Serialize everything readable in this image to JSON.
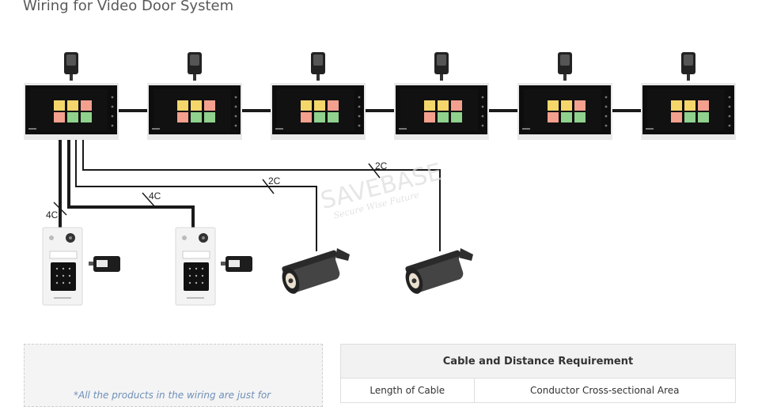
{
  "title": "Wiring for Video Door System",
  "watermark": {
    "brand": "SAVEBASE",
    "tagline": "Secure Wise Future"
  },
  "wire_labels": [
    "4C",
    "4C",
    "2C",
    "2C"
  ],
  "monitor_count": 6,
  "note": "*All the products in the wiring are just for",
  "table": {
    "title": "Cable and Distance Requirement",
    "columns": [
      "Length of Cable",
      "Conductor Cross-sectional Area"
    ]
  },
  "colors": {
    "cable": "#1a1a1a",
    "wire": "#222222",
    "screen_tiles": [
      "#f4d66b",
      "#f3a08f",
      "#f4d66b",
      "#8fd18d",
      "#f3a08f",
      "#8fd18d"
    ]
  }
}
